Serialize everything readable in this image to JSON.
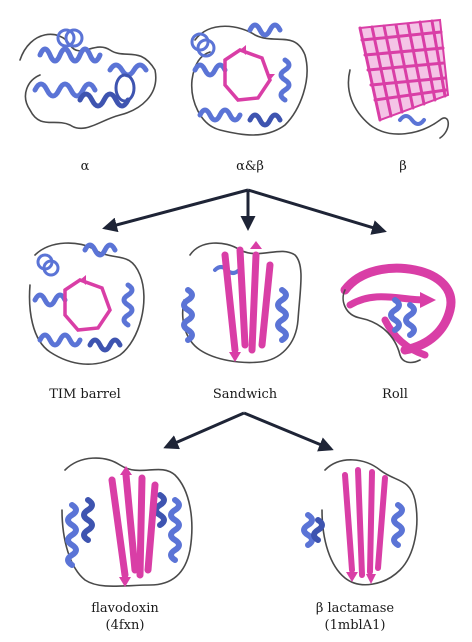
{
  "row1": {
    "alpha": "α",
    "alpha_beta": "α&β",
    "beta": "β"
  },
  "row2": {
    "tim_barrel": "TIM barrel",
    "sandwich": "Sandwich",
    "roll": "Roll"
  },
  "row3": {
    "flavodoxin": "flavodoxin",
    "flavodoxin_id": "(4fxn)",
    "beta_lactamase": "β lactamase",
    "beta_lactamase_id": "(1mblA1)"
  },
  "colors": {
    "helix": "#5b74d6",
    "helix_dark": "#3e54b0",
    "strand": "#d93ea6",
    "coil": "#4a4a4a",
    "arrow": "#1e2436"
  }
}
